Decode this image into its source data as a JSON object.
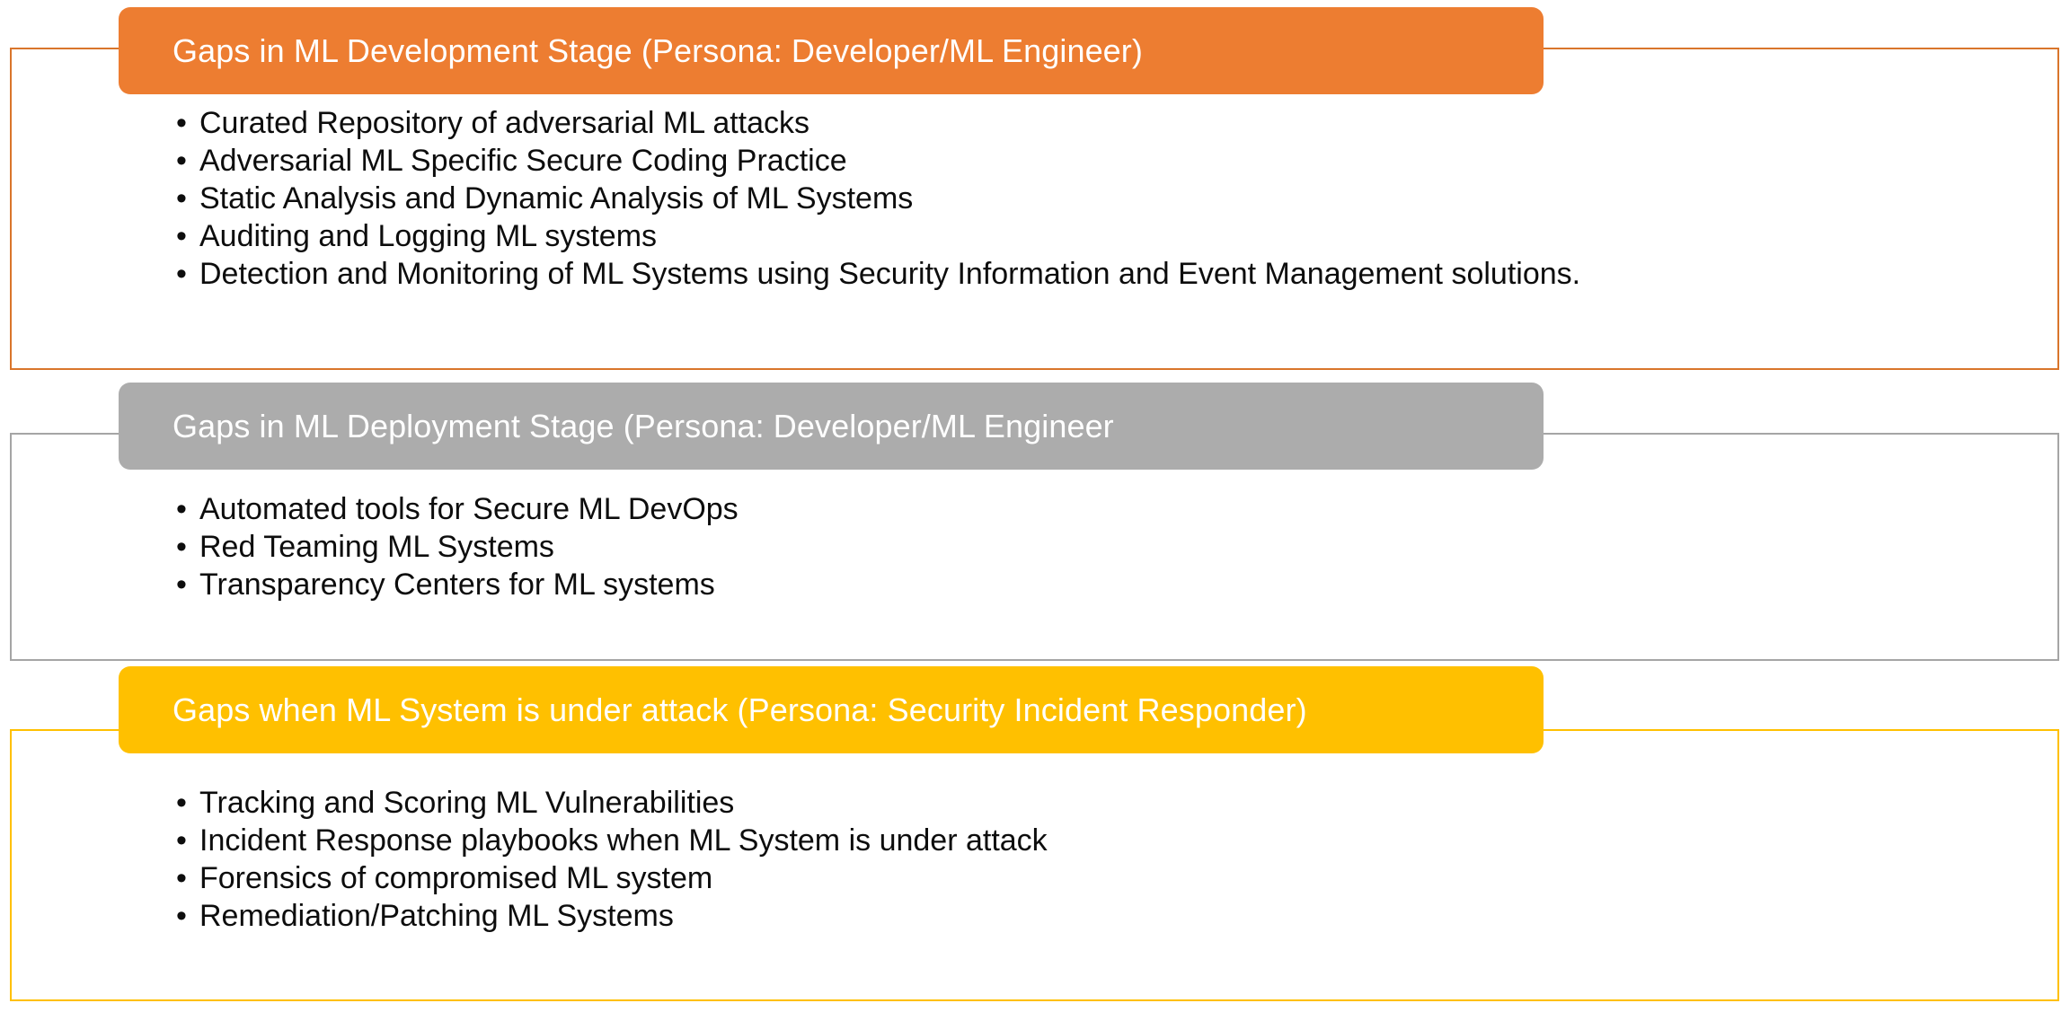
{
  "slide": {
    "sections": [
      {
        "id": "ml-development-stage",
        "header": "Gaps in ML Development Stage (Persona: Developer/ML Engineer)",
        "accent": "#ED7D31",
        "border": "#D9752B",
        "bullet_glyph": "•",
        "bullets": [
          "Curated Repository of adversarial ML attacks",
          "Adversarial ML Specific Secure Coding Practice",
          "Static Analysis and Dynamic Analysis of ML Systems",
          "Auditing and Logging ML systems",
          "Detection and Monitoring of ML Systems using Security Information and Event Management solutions."
        ]
      },
      {
        "id": "ml-deployment-stage",
        "header": "Gaps in ML Deployment Stage (Persona: Developer/ML Engineer",
        "accent": "#ACACAC",
        "border": "#A5A5A5",
        "bullet_glyph": "•",
        "bullets": [
          "Automated tools for Secure ML DevOps",
          "Red Teaming ML Systems",
          "Transparency Centers for ML systems"
        ]
      },
      {
        "id": "ml-system-under-attack",
        "header": "Gaps when ML System is under attack (Persona: Security Incident Responder)",
        "accent": "#FFC000",
        "border": "#FFC000",
        "bullet_glyph": "•",
        "bullets": [
          "Tracking and Scoring ML Vulnerabilities",
          "Incident Response playbooks when ML System is under attack",
          "Forensics of compromised ML system",
          "Remediation/Patching ML Systems"
        ]
      }
    ]
  }
}
